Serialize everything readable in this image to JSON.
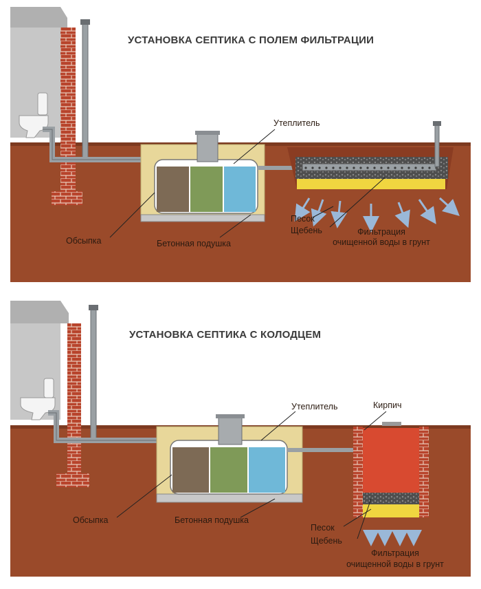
{
  "panel1": {
    "title": "УСТАНОВКА СЕПТИКА С ПОЛЕМ ФИЛЬТРАЦИИ",
    "labels": {
      "insulation": "Утеплитель",
      "backfill": "Обсыпка",
      "concrete_pad": "Бетонная подушка",
      "sand": "Песок",
      "gravel": "Щебень",
      "filtration_line1": "Фильтрация",
      "filtration_line2": "очищенной воды в грунт"
    }
  },
  "panel2": {
    "title": "УСТАНОВКА СЕПТИКА С КОЛОДЦЕМ",
    "labels": {
      "insulation": "Утеплитель",
      "brick": "Кирпич",
      "backfill": "Обсыпка",
      "concrete_pad": "Бетонная подушка",
      "sand": "Песок",
      "gravel": "Щебень",
      "filtration_line1": "Фильтрация",
      "filtration_line2": "очищенной воды в грунт"
    }
  },
  "colors": {
    "soil": "#9a4a2a",
    "soil_top": "#7d3a20",
    "backfill": "#e8d79a",
    "brick": "#b3402a",
    "pipe": "#9aa0a4",
    "chamber1": "#7d6a55",
    "chamber2": "#7f9a58",
    "chamber3": "#6fb8d8",
    "concrete": "#c8c8c8",
    "sand": "#f0d640",
    "gravel": "#5a5a5a",
    "well_fill": "#d84a30",
    "arrow": "#9ab8d8"
  }
}
